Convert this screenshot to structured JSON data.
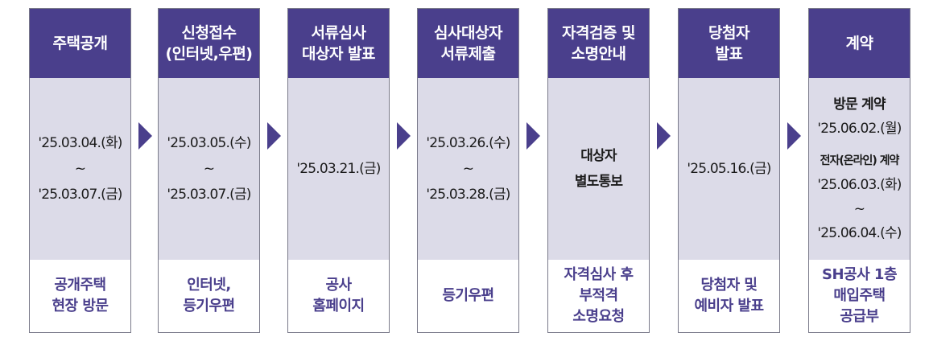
{
  "steps": [
    {
      "header": [
        "주택공개"
      ],
      "body": [
        {
          "text": "'25.03.04.(화)",
          "style": "normal"
        },
        {
          "text": "~",
          "style": "normal"
        },
        {
          "text": "'25.03.07.(금)",
          "style": "normal"
        }
      ],
      "footer": [
        "공개주택",
        "현장 방문"
      ]
    },
    {
      "header": [
        "신청접수",
        "(인터넷,우편)"
      ],
      "body": [
        {
          "text": "'25.03.05.(수)",
          "style": "normal"
        },
        {
          "text": "~",
          "style": "normal"
        },
        {
          "text": "'25.03.07.(금)",
          "style": "normal"
        }
      ],
      "footer": [
        "인터넷,",
        "등기우편"
      ]
    },
    {
      "header": [
        "서류심사",
        "대상자 발표"
      ],
      "body": [
        {
          "text": "'25.03.21.(금)",
          "style": "normal"
        }
      ],
      "footer": [
        "공사",
        "홈페이지"
      ]
    },
    {
      "header": [
        "심사대상자",
        "서류제출"
      ],
      "body": [
        {
          "text": "'25.03.26.(수)",
          "style": "normal"
        },
        {
          "text": "~",
          "style": "normal"
        },
        {
          "text": "'25.03.28.(금)",
          "style": "normal"
        }
      ],
      "footer": [
        "등기우편"
      ]
    },
    {
      "header": [
        "자격검증 및",
        "소명안내"
      ],
      "body": [
        {
          "text": "대상자",
          "style": "bold"
        },
        {
          "text": "별도통보",
          "style": "bold"
        }
      ],
      "footer": [
        "자격심사 후",
        "부적격",
        "소명요청"
      ]
    },
    {
      "header": [
        "당첨자",
        "발표"
      ],
      "body": [
        {
          "text": "'25.05.16.(금)",
          "style": "normal"
        }
      ],
      "footer": [
        "당첨자 및",
        "예비자 발표"
      ]
    },
    {
      "header": [
        "계약"
      ],
      "body": [
        {
          "text": "방문 계약",
          "style": "bold"
        },
        {
          "text": "'25.06.02.(월)",
          "style": "normal"
        },
        {
          "text": "전자(온라인) 계약",
          "style": "small"
        },
        {
          "text": "'25.06.03.(화)",
          "style": "normal"
        },
        {
          "text": "~",
          "style": "normal"
        },
        {
          "text": "'25.06.04.(수)",
          "style": "normal"
        }
      ],
      "footer": [
        "SH공사 1층",
        "매입주택",
        "공급부"
      ]
    }
  ],
  "colors": {
    "header_bg": "#4a3f8c",
    "body_bg": "#dcdbe8",
    "footer_text": "#4a3f8c",
    "arrow": "#4a3f8c"
  },
  "icons": {
    "arrow": "triangle-right-icon"
  }
}
